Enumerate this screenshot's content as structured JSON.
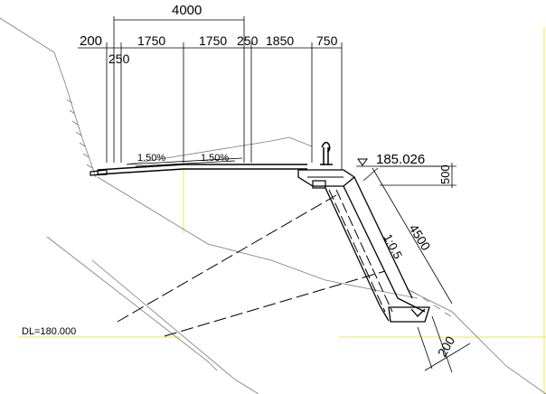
{
  "drawing": {
    "dimensions_top": {
      "total": "4000",
      "d_200": "200",
      "d_250_left": "250",
      "d_1750_a": "1750",
      "d_1750_b": "1750",
      "d_250_right": "250",
      "d_1850": "1850",
      "d_750": "750"
    },
    "slopes": {
      "left": "1.50%",
      "right": "1.50%",
      "embankment": "1:0.5"
    },
    "elevation": "185.026",
    "right_dims": {
      "height_500": "500",
      "length_4500": "4500",
      "width_200": "200"
    },
    "datum": "DL=180.000",
    "colors": {
      "line": "#000000",
      "ground": "#7a7a7a",
      "center": "#f2e64a"
    }
  }
}
